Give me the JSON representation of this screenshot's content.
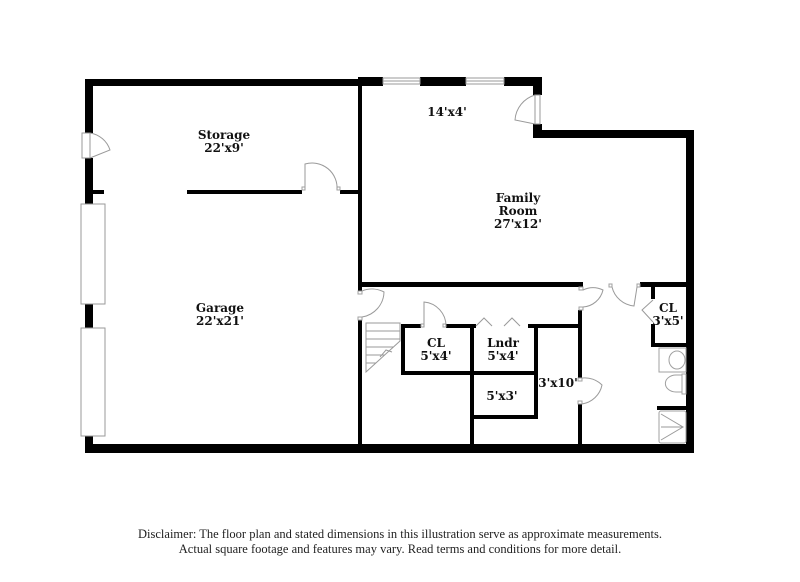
{
  "floorplan": {
    "rooms": [
      {
        "id": "storage",
        "name": "Storage",
        "dims": "22'x9'"
      },
      {
        "id": "garage",
        "name": "Garage",
        "dims": "22'x21'"
      },
      {
        "id": "nook",
        "name": "",
        "dims": "14'x4'"
      },
      {
        "id": "family-room",
        "name_line1": "Family",
        "name_line2": "Room",
        "dims": "27'x12'"
      },
      {
        "id": "closet-1",
        "name": "CL",
        "dims": "5'x4'"
      },
      {
        "id": "laundry",
        "name": "Lndr",
        "dims": "5'x4'"
      },
      {
        "id": "small-room",
        "name": "",
        "dims": "5'x3'"
      },
      {
        "id": "hallway",
        "name": "",
        "dims": "3'x10'"
      },
      {
        "id": "closet-2",
        "name": "CL",
        "dims": "3'x5'"
      }
    ],
    "colors": {
      "wall": "#000000",
      "fixture_stroke": "#9a9a9a",
      "background": "#ffffff"
    }
  },
  "disclaimer": {
    "line1": "Disclaimer: The floor plan and stated dimensions in this illustration serve as approximate measurements.",
    "line2": "Actual square footage and features may vary. Read terms and conditions for more detail."
  }
}
